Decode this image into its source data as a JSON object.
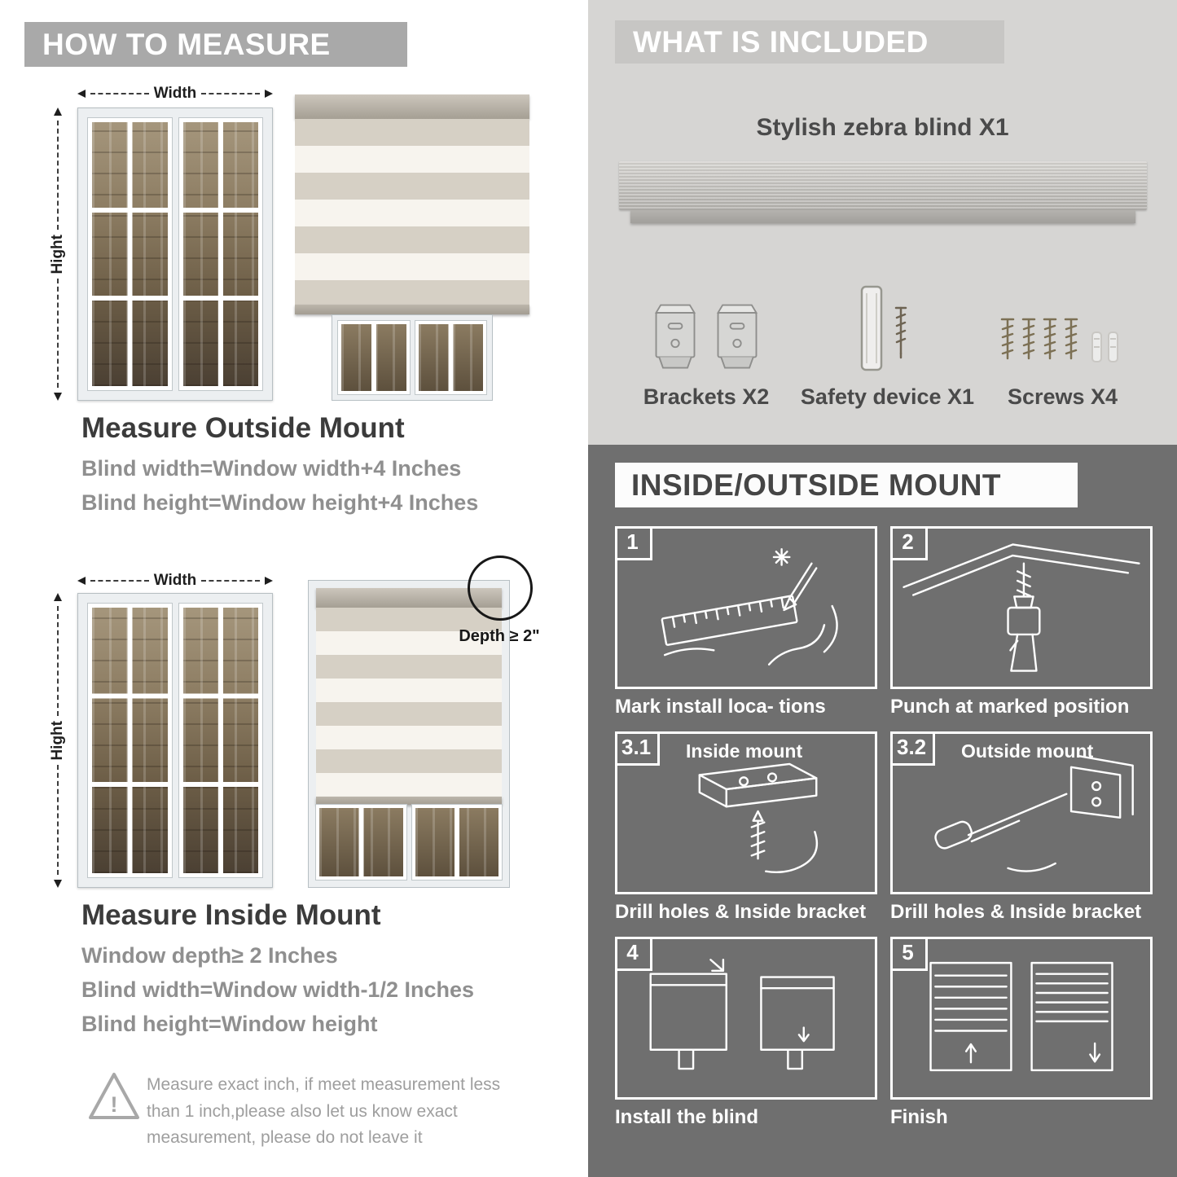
{
  "theme": {
    "banner_gray": "#a9a9a9",
    "light_section_bg": "#d6d5d3",
    "dark_section_bg": "#6f6f6f"
  },
  "left": {
    "header": "HOW TO MEASURE",
    "warning_mark": "!",
    "outside": {
      "width_label": "Width",
      "height_label": "Hight",
      "title": "Measure Outside Mount",
      "line1": "Blind width=Window width+4 Inches",
      "line2": "Blind height=Window height+4 Inches"
    },
    "inside": {
      "width_label": "Width",
      "height_label": "Hight",
      "depth_label": "Depth ≥ 2\"",
      "title": "Measure Inside Mount",
      "line1": "Window depth≥ 2 Inches",
      "line2": "Blind width=Window width-1/2 Inches",
      "line3": "Blind height=Window height"
    },
    "note_line1": "Measure exact inch, if meet measurement less",
    "note_line2": "than 1 inch,please also let us know exact",
    "note_line3": "measurement, please do not leave it"
  },
  "right": {
    "included": {
      "header": "WHAT IS INCLUDED",
      "blind_label": "Stylish zebra blind X1",
      "items": [
        {
          "label": "Brackets X2"
        },
        {
          "label": "Safety device X1"
        },
        {
          "label": "Screws X4"
        }
      ]
    },
    "mount": {
      "header": "INSIDE/OUTSIDE MOUNT",
      "steps": [
        {
          "num": "1",
          "caption": "Mark install loca- tions"
        },
        {
          "num": "2",
          "caption": "Punch at  marked position"
        },
        {
          "num": "3.1",
          "label": "Inside mount",
          "caption": "Drill holes &  Inside bracket"
        },
        {
          "num": "3.2",
          "label": "Outside mount",
          "caption": "Drill holes &  Inside bracket"
        },
        {
          "num": "4",
          "caption": "Install the blind"
        },
        {
          "num": "5",
          "caption": "Finish"
        }
      ]
    }
  }
}
